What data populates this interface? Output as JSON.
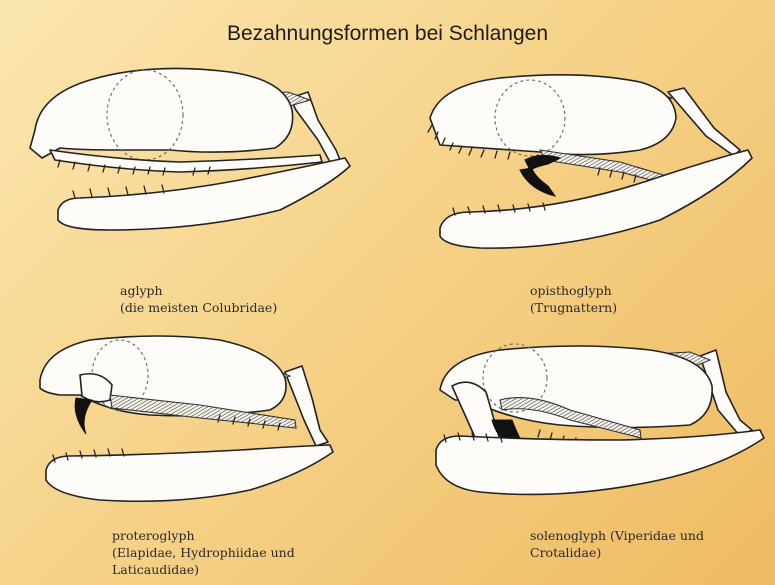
{
  "title": "Bezahnungsformen bei Schlangen",
  "panels": [
    {
      "type": "aglyph",
      "line1": "aglyph",
      "line2": "(die meisten Colubridae)",
      "line3": ""
    },
    {
      "type": "opisthoglyph",
      "line1": "opisthoglyph",
      "line2": "(Trugnattern)",
      "line3": ""
    },
    {
      "type": "proteroglyph",
      "line1": "proteroglyph",
      "line2": "(Elapidae, Hydrophiidae und",
      "line3": "Laticaudidae)"
    },
    {
      "type": "solenoglyph",
      "line1": "solenoglyph (Viperidae und",
      "line2": "Crotalidae)",
      "line3": ""
    }
  ]
}
